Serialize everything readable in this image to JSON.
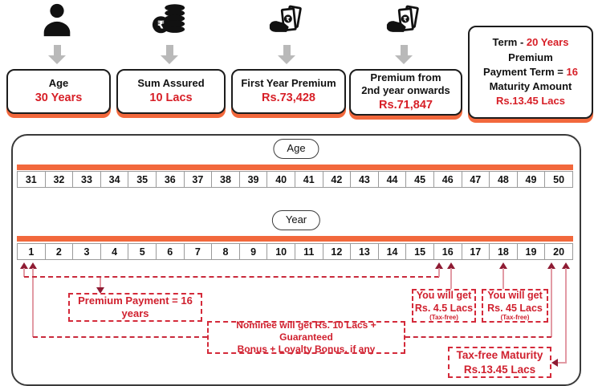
{
  "icons": {
    "card1": "person-icon",
    "card2": "rupee-coins-icon",
    "card3": "money-hand-icon",
    "card4": "money-hand-icon",
    "connector": "gray-down-arrow",
    "rupee_symbol": "₹"
  },
  "cards": [
    {
      "title": "Age",
      "value": "30 Years"
    },
    {
      "title": "Sum Assured",
      "value": "10 Lacs"
    },
    {
      "title": "First Year Premium",
      "value": "Rs.73,428"
    },
    {
      "title": "Premium from",
      "title2": "2nd year onwards",
      "value": "Rs.71,847"
    }
  ],
  "term_box": {
    "line1_black": "Term  -",
    "line1_red": "20 Years",
    "line2": "Premium",
    "line3_black": "Payment Term =",
    "line3_red": "16",
    "line4": "Maturity Amount",
    "line5_red": "Rs.13.45 Lacs"
  },
  "timeline": {
    "age_label": "Age",
    "year_label": "Year",
    "ages": [
      "31",
      "32",
      "33",
      "34",
      "35",
      "36",
      "37",
      "38",
      "39",
      "40",
      "41",
      "42",
      "43",
      "44",
      "45",
      "46",
      "47",
      "48",
      "49",
      "50"
    ],
    "years": [
      "1",
      "2",
      "3",
      "4",
      "5",
      "6",
      "7",
      "8",
      "9",
      "10",
      "11",
      "12",
      "13",
      "14",
      "15",
      "16",
      "17",
      "18",
      "19",
      "20"
    ]
  },
  "annotations": {
    "premium_payment": "Premium Payment = 16 years",
    "you_get_4_5": {
      "line1": "You will get",
      "line2": "Rs. 4.5 Lacs",
      "note": "(Tax-free)"
    },
    "you_get_45": {
      "line1": "You will get",
      "line2": "Rs. 45 Lacs",
      "note": "(Tax-free)"
    },
    "nominee": {
      "line1": "Nominee will get Rs. 10 Lacs + Guaranteed",
      "line2": "Bonus + Loyalty Bonus, if any"
    },
    "maturity": {
      "line1": "Tax-free Maturity",
      "line2": "Rs.13.45 Lacs"
    }
  },
  "colors": {
    "accent_orange": "#f2683c",
    "value_red": "#d71f27",
    "annotation_red": "#d0202e",
    "arrow_maroon": "#8e1b33",
    "gray_arrow": "#b9b9b9"
  }
}
